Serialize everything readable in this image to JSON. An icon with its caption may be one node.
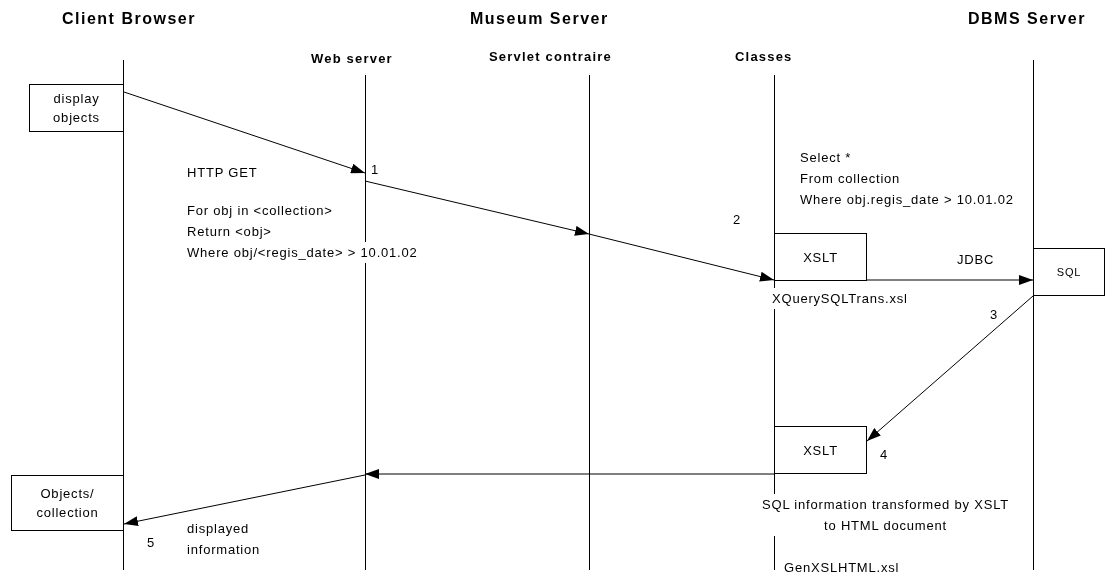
{
  "diagram": {
    "nodes": [
      {
        "text": [
          "display objects"
        ]
      },
      {
        "text": [],
        "shape": "bar"
      },
      {
        "text": [],
        "shape": "bar"
      },
      {
        "text": [
          "XSLT"
        ]
      },
      {
        "text": [
          "SQL"
        ]
      },
      {
        "text": [
          "XSLT"
        ]
      },
      {
        "text": [
          "Objects/ collection"
        ]
      }
    ],
    "edges": [
      {
        "from": 0,
        "to": 1,
        "arrow": "to"
      },
      {
        "from": 1,
        "to": 2,
        "arrow": "to"
      },
      {
        "from": 2,
        "to": 3,
        "arrow": "to"
      },
      {
        "from": 3,
        "to": 4,
        "label": "JDBC",
        "arrow": "to"
      },
      {
        "from": 4,
        "to": 5,
        "arrow": "to"
      },
      {
        "from": 5,
        "to": 1,
        "arrow": "to"
      },
      {
        "from": 1,
        "to": 6,
        "arrow": "to"
      }
    ],
    "labels": [
      "Client Browser",
      "Museum Server",
      "DBMS Server",
      "Web server",
      "Servlet contraire",
      "Classes",
      "HTTP GET",
      "1",
      "For obj in <collection>",
      "Return <obj>",
      "Where obj/<regis_date> > 10.01.02",
      "Select *",
      "From collection",
      "Where obj.regis_date > 10.01.02",
      "2",
      "XQuerySQLTrans.xsl",
      "3",
      "4",
      "SQL information transformed by XSLT to HTML document",
      "GenXSLHTML.xsl",
      "5",
      "displayed information"
    ]
  }
}
